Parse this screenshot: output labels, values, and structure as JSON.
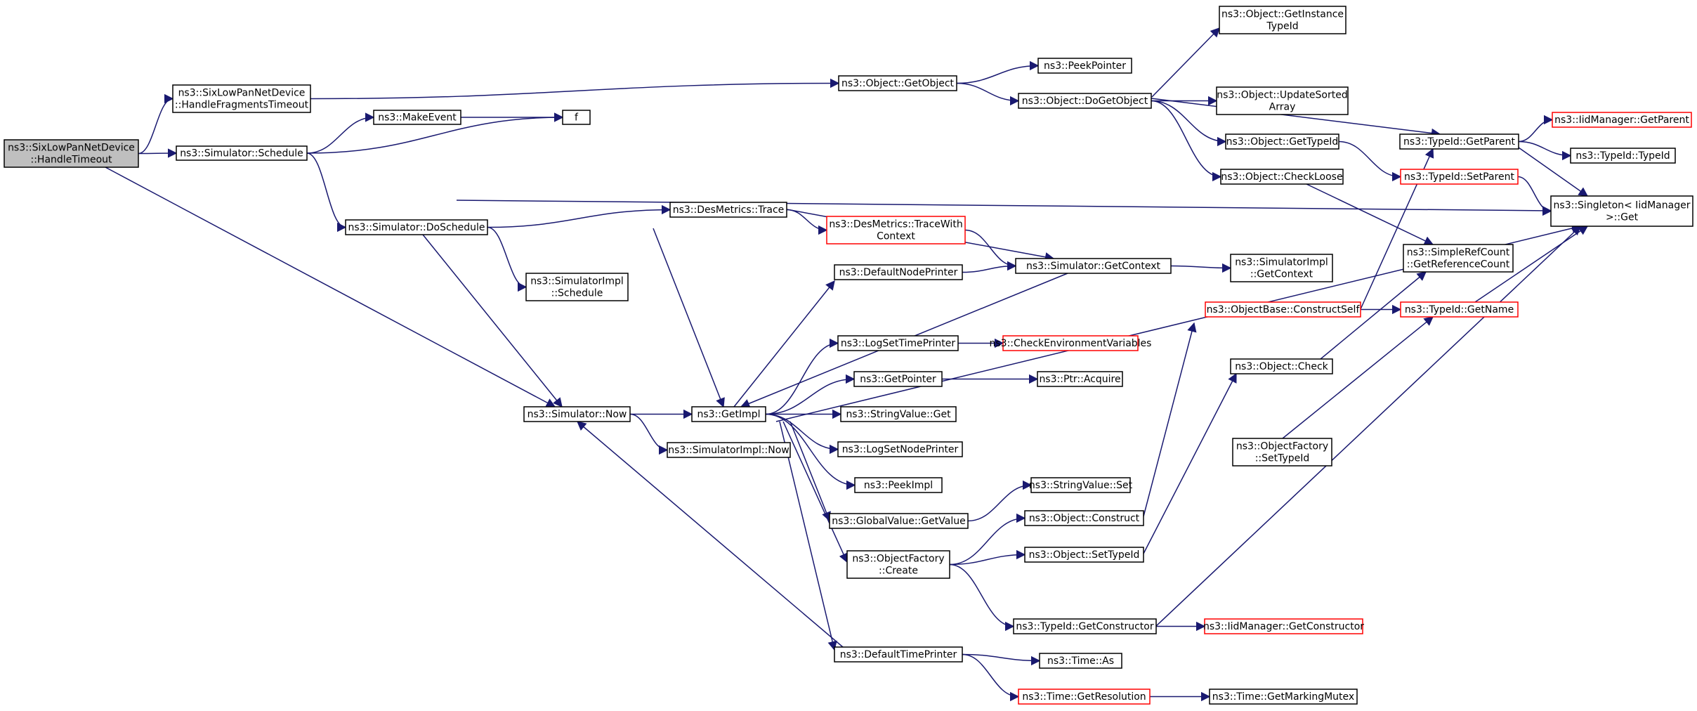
{
  "colors": {
    "edge": "#191970",
    "node_border": "#000000",
    "node_border_incomplete": "#ff0000",
    "node_fill": "#ffffff",
    "root_fill": "#bfbfbf"
  },
  "nodes": [
    {
      "id": "root",
      "lines": [
        "ns3::SixLowPanNetDevice",
        "::HandleTimeout"
      ],
      "kind": "root"
    },
    {
      "id": "hft",
      "lines": [
        "ns3::SixLowPanNetDevice",
        "::HandleFragmentsTimeout"
      ],
      "kind": "normal"
    },
    {
      "id": "sched",
      "lines": [
        "ns3::Simulator::Schedule"
      ],
      "kind": "normal"
    },
    {
      "id": "mkev",
      "lines": [
        "ns3::MakeEvent"
      ],
      "kind": "normal"
    },
    {
      "id": "f",
      "lines": [
        "f"
      ],
      "kind": "normal"
    },
    {
      "id": "dosched",
      "lines": [
        "ns3::Simulator::DoSchedule"
      ],
      "kind": "normal"
    },
    {
      "id": "implsched",
      "lines": [
        "ns3::SimulatorImpl",
        "::Schedule"
      ],
      "kind": "normal"
    },
    {
      "id": "now",
      "lines": [
        "ns3::Simulator::Now"
      ],
      "kind": "normal"
    },
    {
      "id": "getimpl",
      "lines": [
        "ns3::GetImpl"
      ],
      "kind": "normal"
    },
    {
      "id": "implnow",
      "lines": [
        "ns3::SimulatorImpl::Now"
      ],
      "kind": "normal"
    },
    {
      "id": "trace",
      "lines": [
        "ns3::DesMetrics::Trace"
      ],
      "kind": "normal"
    },
    {
      "id": "tracectx",
      "lines": [
        "ns3::DesMetrics::TraceWith",
        "Context"
      ],
      "kind": "incomplete"
    },
    {
      "id": "defnode",
      "lines": [
        "ns3::DefaultNodePrinter"
      ],
      "kind": "normal"
    },
    {
      "id": "getctx",
      "lines": [
        "ns3::Simulator::GetContext"
      ],
      "kind": "normal"
    },
    {
      "id": "implctx",
      "lines": [
        "ns3::SimulatorImpl",
        "::GetContext"
      ],
      "kind": "normal"
    },
    {
      "id": "logtime",
      "lines": [
        "ns3::LogSetTimePrinter"
      ],
      "kind": "normal"
    },
    {
      "id": "checkenv",
      "lines": [
        "ns3::CheckEnvironmentVariables"
      ],
      "kind": "incomplete"
    },
    {
      "id": "getptr",
      "lines": [
        "ns3::GetPointer"
      ],
      "kind": "normal"
    },
    {
      "id": "acquire",
      "lines": [
        "ns3::Ptr::Acquire"
      ],
      "kind": "normal"
    },
    {
      "id": "svget",
      "lines": [
        "ns3::StringValue::Get"
      ],
      "kind": "normal"
    },
    {
      "id": "lognode",
      "lines": [
        "ns3::LogSetNodePrinter"
      ],
      "kind": "normal"
    },
    {
      "id": "peekimpl",
      "lines": [
        "ns3::PeekImpl"
      ],
      "kind": "normal"
    },
    {
      "id": "svset",
      "lines": [
        "ns3::StringValue::Set"
      ],
      "kind": "normal"
    },
    {
      "id": "gvget",
      "lines": [
        "ns3::GlobalValue::GetValue"
      ],
      "kind": "normal"
    },
    {
      "id": "objconstruct",
      "lines": [
        "ns3::Object::Construct"
      ],
      "kind": "normal"
    },
    {
      "id": "ofcreate",
      "lines": [
        "ns3::ObjectFactory",
        "::Create"
      ],
      "kind": "normal"
    },
    {
      "id": "objsettid",
      "lines": [
        "ns3::Object::SetTypeId"
      ],
      "kind": "normal"
    },
    {
      "id": "tidgetctor",
      "lines": [
        "ns3::TypeId::GetConstructor"
      ],
      "kind": "normal"
    },
    {
      "id": "iidgetctor",
      "lines": [
        "ns3::IidManager::GetConstructor"
      ],
      "kind": "incomplete"
    },
    {
      "id": "deftime",
      "lines": [
        "ns3::DefaultTimePrinter"
      ],
      "kind": "normal"
    },
    {
      "id": "timeas",
      "lines": [
        "ns3::Time::As"
      ],
      "kind": "normal"
    },
    {
      "id": "timeres",
      "lines": [
        "ns3::Time::GetResolution"
      ],
      "kind": "incomplete"
    },
    {
      "id": "mutex",
      "lines": [
        "ns3::Time::GetMarkingMutex"
      ],
      "kind": "normal"
    },
    {
      "id": "getobj",
      "lines": [
        "ns3::Object::GetObject"
      ],
      "kind": "normal"
    },
    {
      "id": "peekptr",
      "lines": [
        "ns3::PeekPointer"
      ],
      "kind": "normal"
    },
    {
      "id": "dogetobj",
      "lines": [
        "ns3::Object::DoGetObject"
      ],
      "kind": "normal"
    },
    {
      "id": "getinst",
      "lines": [
        "ns3::Object::GetInstance",
        "TypeId"
      ],
      "kind": "normal"
    },
    {
      "id": "updsorted",
      "lines": [
        "ns3::Object::UpdateSorted",
        "Array"
      ],
      "kind": "normal"
    },
    {
      "id": "objgettid",
      "lines": [
        "ns3::Object::GetTypeId"
      ],
      "kind": "normal"
    },
    {
      "id": "checkloose",
      "lines": [
        "ns3::Object::CheckLoose"
      ],
      "kind": "normal"
    },
    {
      "id": "tidgetparent",
      "lines": [
        "ns3::TypeId::GetParent"
      ],
      "kind": "normal"
    },
    {
      "id": "iidgetparent",
      "lines": [
        "ns3::IidManager::GetParent"
      ],
      "kind": "incomplete"
    },
    {
      "id": "tidtid",
      "lines": [
        "ns3::TypeId::TypeId"
      ],
      "kind": "normal"
    },
    {
      "id": "tidsetparent",
      "lines": [
        "ns3::TypeId::SetParent"
      ],
      "kind": "incomplete"
    },
    {
      "id": "singleton",
      "lines": [
        "ns3::Singleton< IidManager",
        " >::Get"
      ],
      "kind": "normal"
    },
    {
      "id": "refcount",
      "lines": [
        "ns3::SimpleRefCount",
        "::GetReferenceCount"
      ],
      "kind": "normal"
    },
    {
      "id": "constructself",
      "lines": [
        "ns3::ObjectBase::ConstructSelf"
      ],
      "kind": "incomplete"
    },
    {
      "id": "tidgetname",
      "lines": [
        "ns3::TypeId::GetName"
      ],
      "kind": "incomplete"
    },
    {
      "id": "objcheck",
      "lines": [
        "ns3::Object::Check"
      ],
      "kind": "normal"
    },
    {
      "id": "ofsettid",
      "lines": [
        "ns3::ObjectFactory",
        "::SetTypeId"
      ],
      "kind": "normal"
    }
  ],
  "edges": [
    [
      "root",
      "hft"
    ],
    [
      "root",
      "sched"
    ],
    [
      "root",
      "now"
    ],
    [
      "hft",
      "getobj"
    ],
    [
      "sched",
      "mkev"
    ],
    [
      "sched",
      "f"
    ],
    [
      "sched",
      "dosched"
    ],
    [
      "mkev",
      "f"
    ],
    [
      "dosched",
      "singleton"
    ],
    [
      "dosched",
      "trace"
    ],
    [
      "dosched",
      "getimpl"
    ],
    [
      "dosched",
      "implsched"
    ],
    [
      "dosched",
      "now"
    ],
    [
      "trace",
      "tracectx"
    ],
    [
      "trace",
      "getctx"
    ],
    [
      "tracectx",
      "getctx"
    ],
    [
      "defnode",
      "getctx"
    ],
    [
      "getctx",
      "implctx"
    ],
    [
      "getctx",
      "getimpl"
    ],
    [
      "now",
      "getimpl"
    ],
    [
      "now",
      "implnow"
    ],
    [
      "getimpl",
      "defnode"
    ],
    [
      "getimpl",
      "logtime"
    ],
    [
      "getimpl",
      "getptr"
    ],
    [
      "getimpl",
      "svget"
    ],
    [
      "getimpl",
      "lognode"
    ],
    [
      "getimpl",
      "peekimpl"
    ],
    [
      "getimpl",
      "gvget"
    ],
    [
      "getimpl",
      "ofcreate"
    ],
    [
      "getimpl",
      "deftime"
    ],
    [
      "getimpl",
      "singleton"
    ],
    [
      "logtime",
      "checkenv"
    ],
    [
      "getptr",
      "acquire"
    ],
    [
      "gvget",
      "svset"
    ],
    [
      "ofcreate",
      "objconstruct"
    ],
    [
      "ofcreate",
      "objsettid"
    ],
    [
      "ofcreate",
      "tidgetctor"
    ],
    [
      "objconstruct",
      "constructself"
    ],
    [
      "objsettid",
      "objcheck"
    ],
    [
      "tidgetctor",
      "iidgetctor"
    ],
    [
      "tidgetctor",
      "singleton"
    ],
    [
      "deftime",
      "now"
    ],
    [
      "deftime",
      "timeas"
    ],
    [
      "deftime",
      "timeres"
    ],
    [
      "timeres",
      "mutex"
    ],
    [
      "getobj",
      "peekptr"
    ],
    [
      "getobj",
      "dogetobj"
    ],
    [
      "dogetobj",
      "getinst"
    ],
    [
      "dogetobj",
      "tidgetparent"
    ],
    [
      "dogetobj",
      "updsorted"
    ],
    [
      "dogetobj",
      "objgettid"
    ],
    [
      "dogetobj",
      "checkloose"
    ],
    [
      "objgettid",
      "tidsetparent"
    ],
    [
      "checkloose",
      "refcount"
    ],
    [
      "tidgetparent",
      "iidgetparent"
    ],
    [
      "tidgetparent",
      "tidtid"
    ],
    [
      "tidgetparent",
      "singleton"
    ],
    [
      "tidsetparent",
      "singleton"
    ],
    [
      "constructself",
      "tidgetparent"
    ],
    [
      "constructself",
      "tidgetname"
    ],
    [
      "tidgetname",
      "singleton"
    ],
    [
      "objcheck",
      "refcount"
    ],
    [
      "ofsettid",
      "tidgetname"
    ]
  ]
}
